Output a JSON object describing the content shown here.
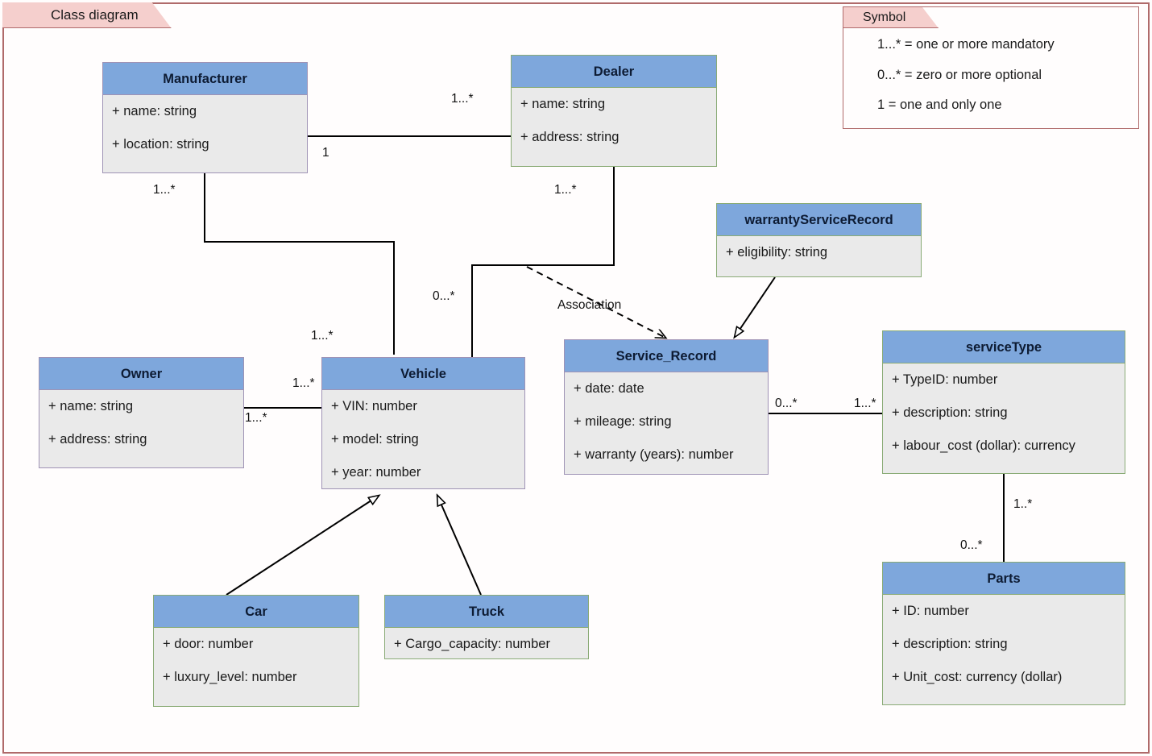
{
  "diagram": {
    "title": "Class diagram",
    "frame_border_color": "#b06a6a",
    "tab_fill_color": "#f5cfcd",
    "header_fill_color": "#7ea7dc",
    "body_fill_color": "#eaeaea",
    "green_border_color": "#8aab76",
    "purple_border_color": "#9f93b5"
  },
  "legend": {
    "title": "Symbol",
    "lines": [
      "1...* = one or more mandatory",
      "0...* = zero or more optional",
      "1 = one and only one"
    ]
  },
  "classes": [
    {
      "id": "manufacturer",
      "name": "Manufacturer",
      "border": "purple",
      "attributes": [
        "+ name: string",
        "+ location: string"
      ]
    },
    {
      "id": "dealer",
      "name": "Dealer",
      "border": "green",
      "attributes": [
        "+ name: string",
        "+ address: string"
      ]
    },
    {
      "id": "warrantyServiceRecord",
      "name": "warrantyServiceRecord",
      "border": "green",
      "attributes": [
        "+ eligibility: string"
      ]
    },
    {
      "id": "owner",
      "name": "Owner",
      "border": "purple",
      "attributes": [
        "+ name: string",
        "+ address: string"
      ]
    },
    {
      "id": "vehicle",
      "name": "Vehicle",
      "border": "purple",
      "attributes": [
        "+ VIN: number",
        "+ model: string",
        "+ year: number"
      ]
    },
    {
      "id": "service_record",
      "name": "Service_Record",
      "border": "purple",
      "attributes": [
        "+ date: date",
        "+ mileage: string",
        "+ warranty (years): number"
      ]
    },
    {
      "id": "serviceType",
      "name": "serviceType",
      "border": "green",
      "attributes": [
        "+ TypeID: number",
        "+ description: string",
        "+ labour_cost (dollar): currency"
      ]
    },
    {
      "id": "car",
      "name": "Car",
      "border": "green",
      "attributes": [
        "+ door: number",
        "+ luxury_level: number"
      ]
    },
    {
      "id": "truck",
      "name": "Truck",
      "border": "green",
      "attributes": [
        "+ Cargo_capacity: number"
      ]
    },
    {
      "id": "parts",
      "name": "Parts",
      "border": "green",
      "attributes": [
        "+ ID: number",
        "+ description: string",
        "+ Unit_cost: currency (dollar)"
      ]
    }
  ],
  "multiplicities": {
    "manufacturer_dealer_near_dealer": "1...*",
    "manufacturer_dealer_near_manufacturer": "1",
    "manufacturer_vehicle_near_manufacturer": "1...*",
    "manufacturer_vehicle_near_vehicle": "1...*",
    "dealer_servicerecord_near_dealer": "1...*",
    "dealer_vehicle_near_vehicle": "0...*",
    "owner_vehicle_near_vehicle_top": "1...*",
    "owner_vehicle_near_owner": "1...*",
    "servicerecord_servicetype_near_servicerecord": "0...*",
    "servicerecord_servicetype_near_servicetype": "1...*",
    "servicetype_parts_near_servicetype": "1..*",
    "servicetype_parts_near_parts": "0...*"
  },
  "edge_labels": {
    "association": "Association"
  }
}
